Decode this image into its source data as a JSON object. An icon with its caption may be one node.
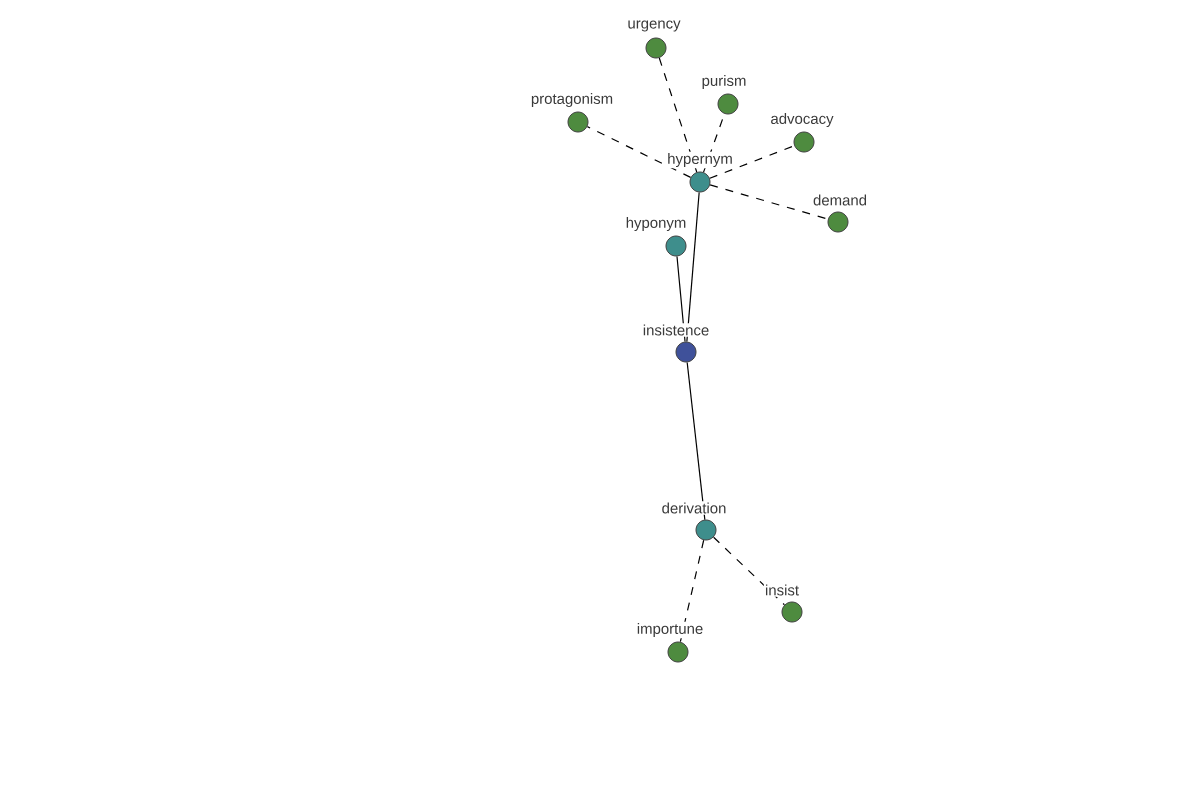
{
  "diagram": {
    "nodes": [
      {
        "text": [
          "urgency"
        ]
      },
      {
        "text": [
          "purism"
        ]
      },
      {
        "text": [
          "protagonism"
        ]
      },
      {
        "text": [
          "advocacy"
        ]
      },
      {
        "text": [
          "hypernym"
        ]
      },
      {
        "text": [
          "demand"
        ]
      },
      {
        "text": [
          "hyponym"
        ]
      },
      {
        "text": [
          "insistence"
        ]
      },
      {
        "text": [
          "derivation"
        ]
      },
      {
        "text": [
          "insist"
        ]
      },
      {
        "text": [
          "importune"
        ]
      }
    ],
    "edges": [
      {
        "from": 4,
        "to": 0,
        "arrow": "none",
        "style": "dashed"
      },
      {
        "from": 4,
        "to": 1,
        "arrow": "none",
        "style": "dashed"
      },
      {
        "from": 4,
        "to": 2,
        "arrow": "none",
        "style": "dashed"
      },
      {
        "from": 4,
        "to": 3,
        "arrow": "none",
        "style": "dashed"
      },
      {
        "from": 4,
        "to": 5,
        "arrow": "none",
        "style": "dashed"
      },
      {
        "from": 7,
        "to": 4,
        "arrow": "none"
      },
      {
        "from": 7,
        "to": 6,
        "arrow": "none"
      },
      {
        "from": 7,
        "to": 8,
        "arrow": "none"
      },
      {
        "from": 8,
        "to": 9,
        "arrow": "none",
        "style": "dashed"
      },
      {
        "from": 8,
        "to": 10,
        "arrow": "none",
        "style": "dashed"
      }
    ]
  }
}
